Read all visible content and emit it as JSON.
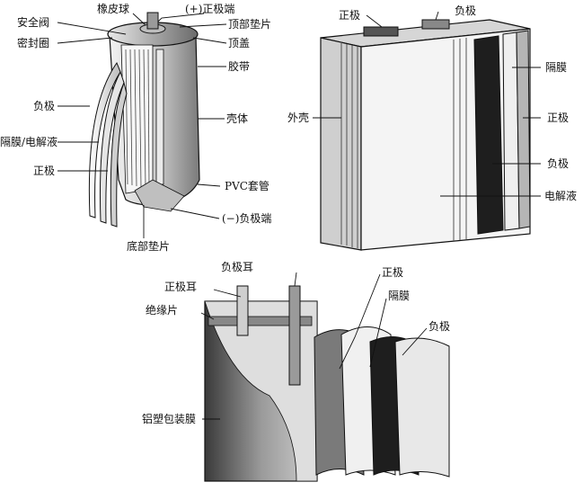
{
  "cylindrical": {
    "labels": {
      "rubber_ball": "橡皮球",
      "positive_terminal": "(+)正极端",
      "safety_valve": "安全阀",
      "seal_ring": "密封圈",
      "top_gasket": "顶部垫片",
      "top_cap": "顶盖",
      "tape": "胶带",
      "negative": "负极",
      "case": "壳体",
      "separator_electrolyte": "隔膜/电解液",
      "positive": "正极",
      "pvc_sleeve": "PVC套管",
      "negative_terminal": "(−)负极端",
      "bottom_gasket": "底部垫片"
    }
  },
  "prismatic": {
    "labels": {
      "positive_top": "正极",
      "negative_top": "负极",
      "shell": "外壳",
      "separator": "隔膜",
      "positive": "正极",
      "negative": "负极",
      "electrolyte": "电解液"
    }
  },
  "pouch": {
    "labels": {
      "negative_tab": "负极耳",
      "positive_tab": "正极耳",
      "insulation": "绝缘片",
      "positive": "正极",
      "separator": "隔膜",
      "negative": "负极",
      "aluminum_plastic_film": "铝塑包装膜"
    }
  },
  "colors": {
    "line": "#111111",
    "dark": "#1e1e1e",
    "mid": "#8a8a8a",
    "light": "#d8d8d8"
  }
}
